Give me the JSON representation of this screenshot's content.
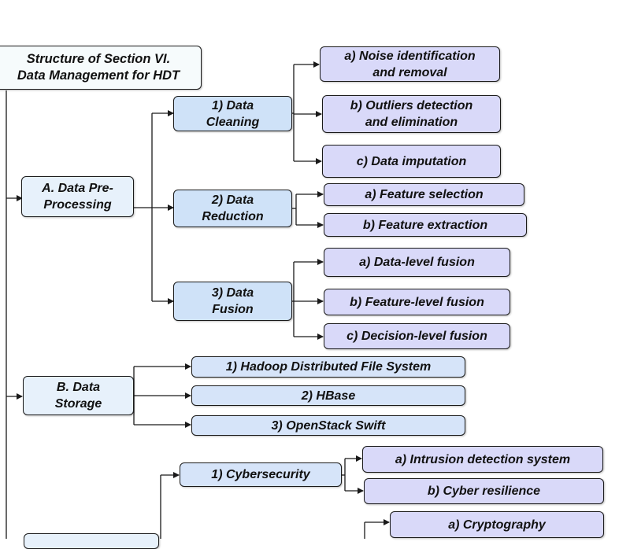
{
  "root": {
    "title": "Structure of  Section VI.\nData Management for HDT"
  },
  "sections": {
    "a": {
      "label": "A. Data Pre-\nProcessing"
    },
    "b": {
      "label": "B. Data\nStorage"
    }
  },
  "subsections": {
    "a1": {
      "label": "1) Data\nCleaning"
    },
    "a2": {
      "label": "2) Data\nReduction"
    },
    "a3": {
      "label": "3) Data\nFusion"
    },
    "b1": {
      "label": "1) Hadoop Distributed File System"
    },
    "b2": {
      "label": "2) HBase"
    },
    "b3": {
      "label": "3) OpenStack Swift"
    },
    "c1": {
      "label": "1) Cybersecurity"
    }
  },
  "leaves": {
    "a1a": {
      "label": "a) Noise identification\nand removal"
    },
    "a1b": {
      "label": "b) Outliers detection\nand elimination"
    },
    "a1c": {
      "label": "c) Data imputation"
    },
    "a2a": {
      "label": "a) Feature selection"
    },
    "a2b": {
      "label": "b) Feature extraction"
    },
    "a3a": {
      "label": "a) Data-level fusion"
    },
    "a3b": {
      "label": "b) Feature-level fusion"
    },
    "a3c": {
      "label": "c) Decision-level fusion"
    },
    "c1a": {
      "label": "a) Intrusion detection system"
    },
    "c1b": {
      "label": "b) Cyber  resilience"
    },
    "c2a": {
      "label": "a) Cryptography"
    }
  },
  "colors": {
    "line": "#1a1a1a",
    "root_fill": "#f6fbfc",
    "section_fill": "#e7f1fb",
    "subsection_fill": "#cfe2f8",
    "leaf_fill": "#d9d9f9"
  }
}
